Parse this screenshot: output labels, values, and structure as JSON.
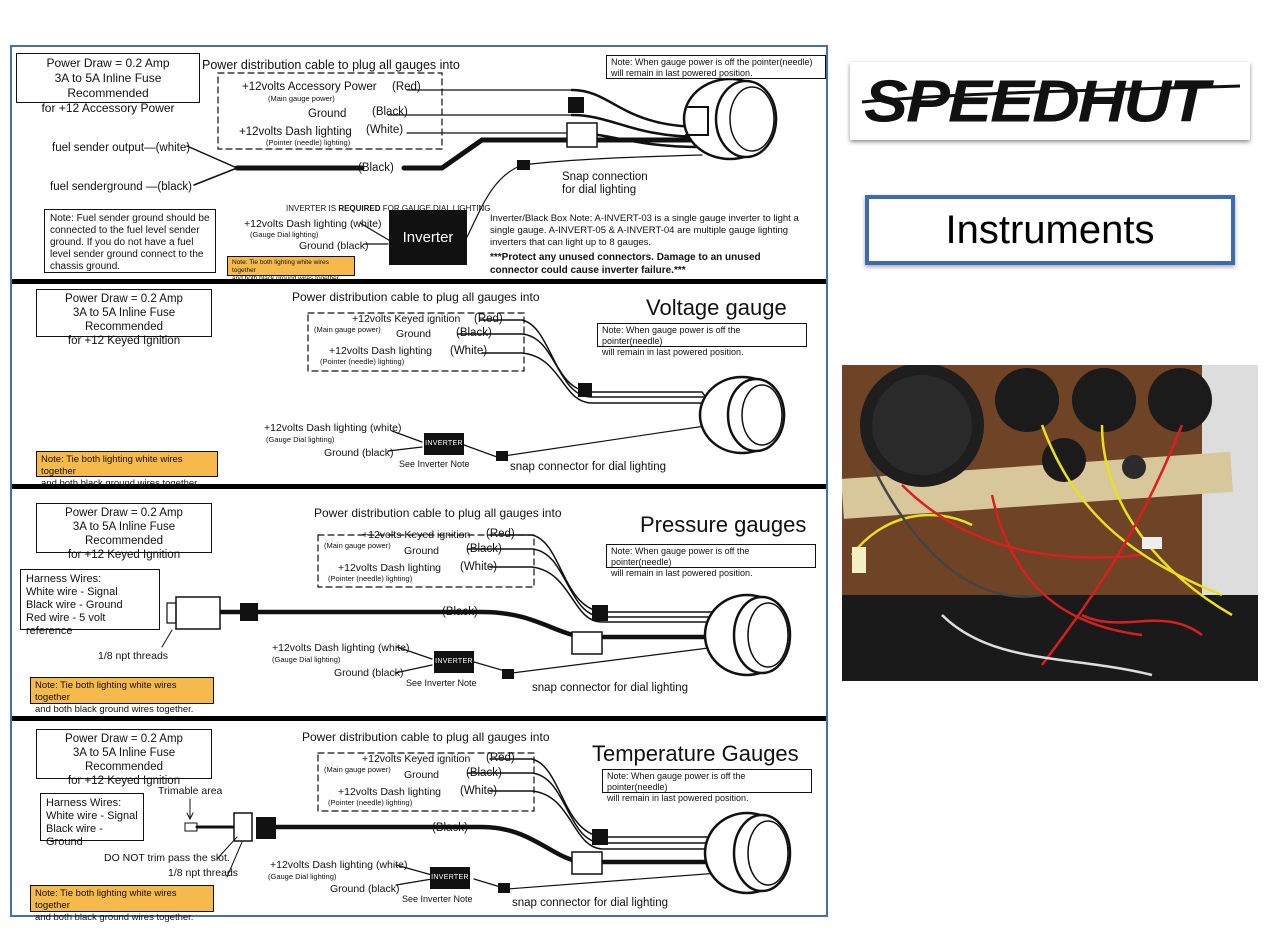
{
  "logo": {
    "text": "SPEEDHUT"
  },
  "title": {
    "text": "Instruments"
  },
  "photo": {
    "alt": "Gauges wired on a wooden board"
  },
  "common": {
    "power_cable": "Power distribution cable to plug all gauges into",
    "note_pointer_1": "Note: When gauge power is off the pointer(needle)",
    "note_pointer_2": "will remain in last powered position.",
    "red": "(Red)",
    "black": "(Black)",
    "white": "(White)",
    "ground": "Ground",
    "dash_lighting": "+12volts Dash lighting",
    "pointer_lighting": "(Pointer (needle) lighting)",
    "main_gauge_power": "(Main gauge power)",
    "dash_lighting_white": "+12volts Dash lighting (white)",
    "gauge_dial_lighting": "(Gauge Dial lighting)",
    "ground_black": "Ground (black)",
    "inverter_small": "INVERTER",
    "see_inverter_note": "See Inverter Note",
    "snap_connector": "snap connector for dial lighting",
    "tie_note_1": "Note: Tie both lighting white wires together",
    "tie_note_2": "and both black ground wires together.",
    "keyed_ignition": "+12volts Keyed ignition",
    "power_draw": "Power Draw = 0.2 Amp",
    "fuse": "3A to 5A Inline Fuse Recommended",
    "keyed_power": "for +12 Keyed Ignition",
    "harness_title": "Harness Wires:",
    "harness_white": "White wire - Signal",
    "harness_black": "Black wire - Ground",
    "harness_red": "Red wire - 5 volt reference",
    "npt": "1/8 npt threads"
  },
  "s1": {
    "accessory_power": "for +12 Accessory Power",
    "accessory_label": "+12volts  Accessory Power",
    "fuel_output": "fuel sender output",
    "fuel_output_color": "(white)",
    "fuel_ground": "fuel senderground",
    "fuel_ground_color": "(black)",
    "inverter_required_a": "INVERTER IS ",
    "inverter_required_b": "REQUIRED",
    "inverter_required_c": " FOR GAUGE DIAL LIGHTING",
    "inverter_big": "Inverter",
    "snap_a": "Snap connection",
    "snap_b": "for dial lighting",
    "fuel_note": "Note: Fuel sender ground should be connected to the fuel level sender ground. If you do not have a fuel level sender ground connect to the chassis ground.",
    "inverter_note": "Inverter/Black Box Note: A-INVERT-03 is a single gauge inverter to light a single gauge. A-INVERT-05 & A-INVERT-04 are multiple gauge lighting inverters that can light up to 8 gauges.",
    "protect_1": "***Protect any unused connectors. Damage to an unused",
    "protect_2": "connector could cause inverter failure.***"
  },
  "s2": {
    "title": "Voltage gauge"
  },
  "s3": {
    "title": "Pressure gauges"
  },
  "s4": {
    "title": "Temperature Gauges",
    "trimable": "Trimable area",
    "no_trim": "DO NOT trim pass the slot."
  }
}
